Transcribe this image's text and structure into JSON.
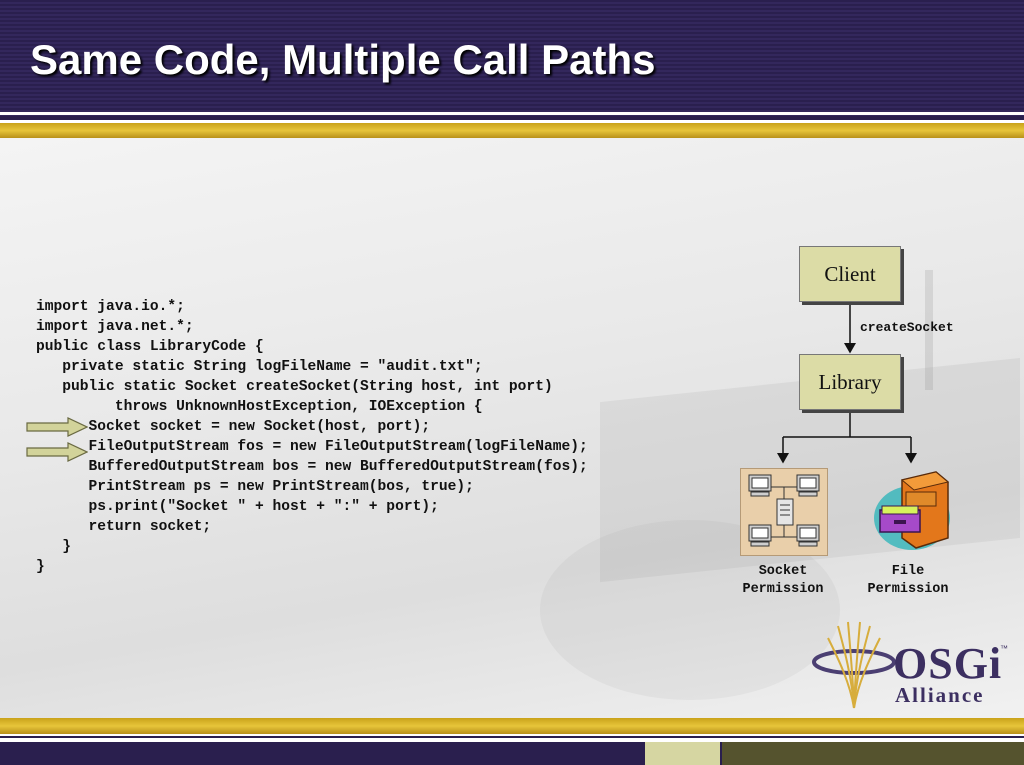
{
  "slide": {
    "title": "Same Code, Multiple Call Paths"
  },
  "code": {
    "lines": [
      "import java.io.*;",
      "import java.net.*;",
      "public class LibraryCode {",
      "   private static String logFileName = \"audit.txt\";",
      "   public static Socket createSocket(String host, int port)",
      "         throws UnknownHostException, IOException {",
      "      Socket socket = new Socket(host, port);",
      "      FileOutputStream fos = new FileOutputStream(logFileName);",
      "      BufferedOutputStream bos = new BufferedOutputStream(fos);",
      "      PrintStream ps = new PrintStream(bos, true);",
      "      ps.print(\"Socket \" + host + \":\" + port);",
      "      return socket;",
      "   }",
      "}"
    ],
    "highlighted_lines": [
      7,
      8
    ]
  },
  "diagram": {
    "client_label": "Client",
    "edge_label": "createSocket",
    "library_label": "Library",
    "socket_caption_1": "Socket",
    "socket_caption_2": "Permission",
    "file_caption_1": "File",
    "file_caption_2": "Permission",
    "socket_icon": "network-computers-icon",
    "file_icon": "file-cabinet-icon"
  },
  "logo": {
    "name": "OSGi",
    "trademark": "™",
    "subtitle": "Alliance"
  },
  "colors": {
    "header_bg": "#2a1f4e",
    "gold_band": "#d4b02a",
    "box_fill": "#dcdca6",
    "logo_text": "#3c2f61"
  }
}
